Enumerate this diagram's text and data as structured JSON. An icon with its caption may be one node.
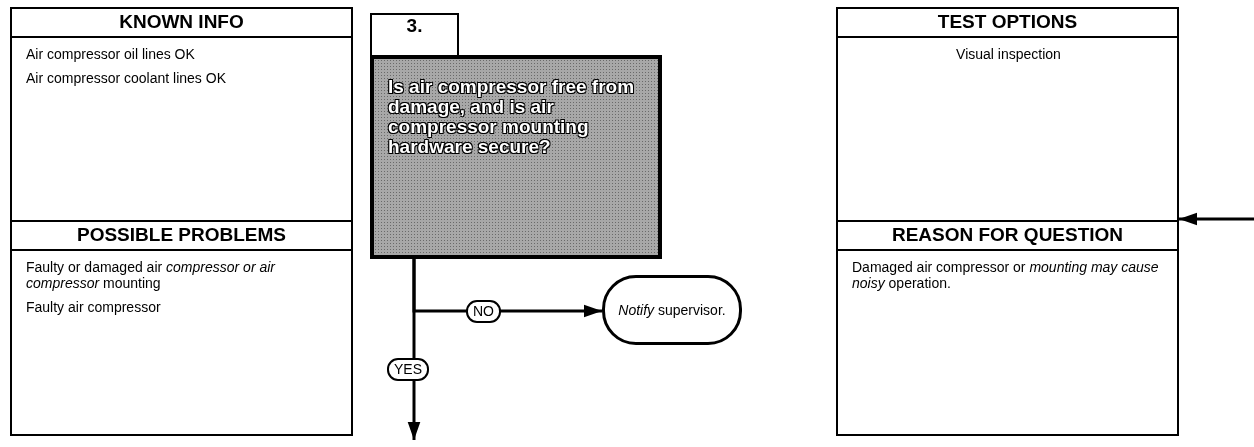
{
  "diagram": {
    "nodes": [
      {
        "text": [
          "KNOWN INFO",
          "Air compressor oil lines OK",
          "Air compressor coolant lines OK"
        ]
      },
      {
        "text": [
          "POSSIBLE PROBLEMS",
          "Faulty or damaged air *compressor or air compressor* mounting",
          "Faulty air compressor"
        ]
      },
      {
        "text": [
          "3."
        ]
      },
      {
        "text": [
          "Is air compressor free from damage, and is air compressor mounting hardware secure?"
        ]
      },
      {
        "text": [
          "*Notify* supervisor."
        ]
      },
      {
        "text": [
          "TEST OPTIONS",
          "Visual inspection"
        ]
      },
      {
        "text": [
          "REASON FOR QUESTION",
          "Damaged air compressor or *mounting may cause noisy* operation."
        ]
      }
    ],
    "edges": [
      {
        "from": 3,
        "to": 4,
        "arrow": "to",
        "label": "NO"
      },
      {
        "from": 3,
        "to": null,
        "arrow": "to",
        "label": "YES"
      },
      {
        "from": null,
        "to": 6,
        "arrow": "to"
      }
    ]
  }
}
